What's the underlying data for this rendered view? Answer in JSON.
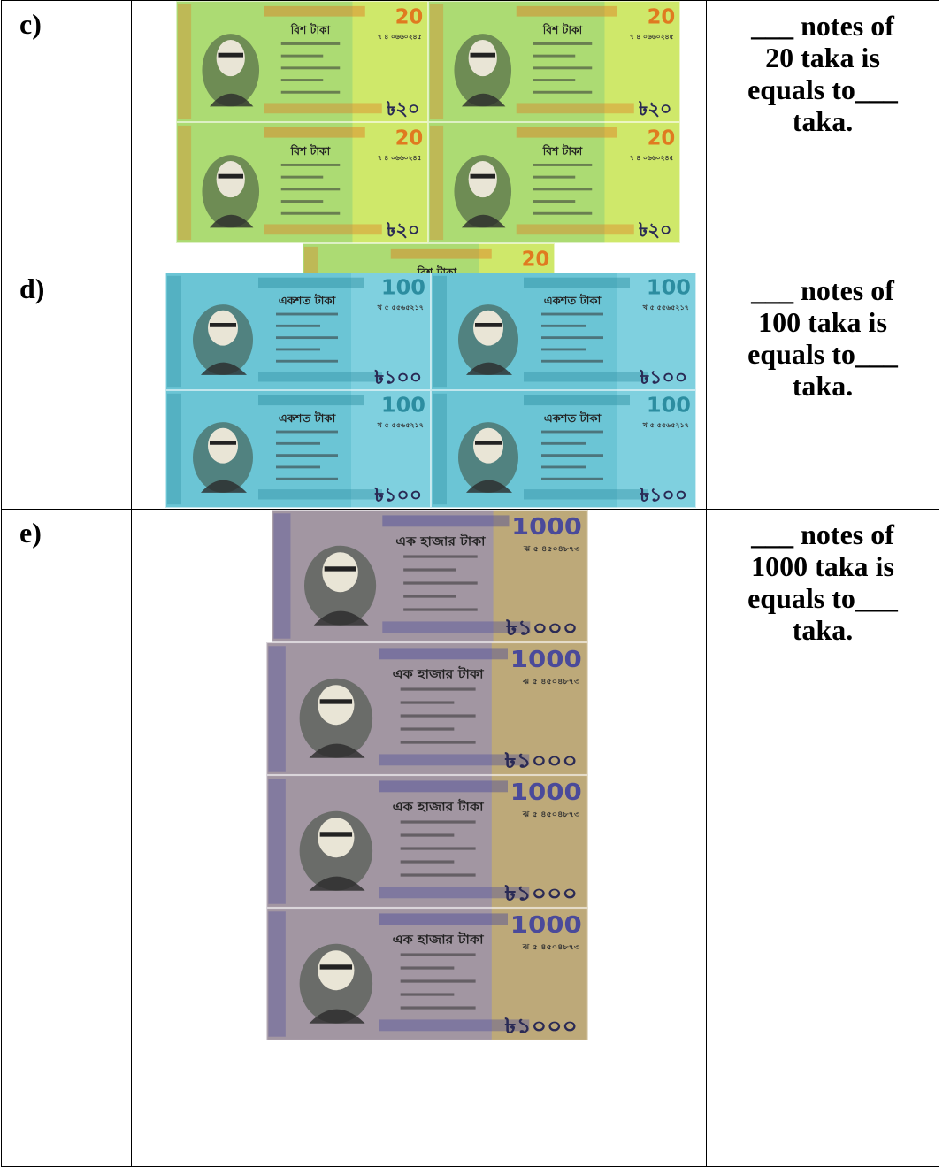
{
  "rows": [
    {
      "label": "c)",
      "question": [
        "___ notes of",
        "20 taka is",
        "equals to___",
        "taka."
      ],
      "note": {
        "denomination": "20",
        "symbol": "৳২০",
        "words": "বিশ টাকা",
        "serial": "৭ ৪ ০৬৬০২৪৫",
        "count": 5,
        "colors": {
          "bg": "#cfe86a",
          "mid": "#8fd07a",
          "accent": "#e07a20"
        }
      }
    },
    {
      "label": "d)",
      "question": [
        "___ notes of",
        "100 taka is",
        "equals to___",
        "taka."
      ],
      "note": {
        "denomination": "100",
        "symbol": "৳১০০",
        "words": "একশত টাকা",
        "serial": "খ ৫ ৫৫৬৫২১৭",
        "count": 4,
        "colors": {
          "bg": "#7fd0df",
          "mid": "#5bbccc",
          "accent": "#2c8da0"
        }
      }
    },
    {
      "label": "e)",
      "question": [
        "___ notes of",
        "1000 taka is",
        "equals to___",
        "taka."
      ],
      "note": {
        "denomination": "1000",
        "symbol": "৳১০০০",
        "words": "এক হাজার টাকা",
        "serial": "ঝ ৫ ৪৫০৪৮৭৩",
        "count": 4,
        "colors": {
          "bg": "#bda979",
          "mid": "#8c86c4",
          "accent": "#4a4a9a"
        }
      }
    }
  ]
}
